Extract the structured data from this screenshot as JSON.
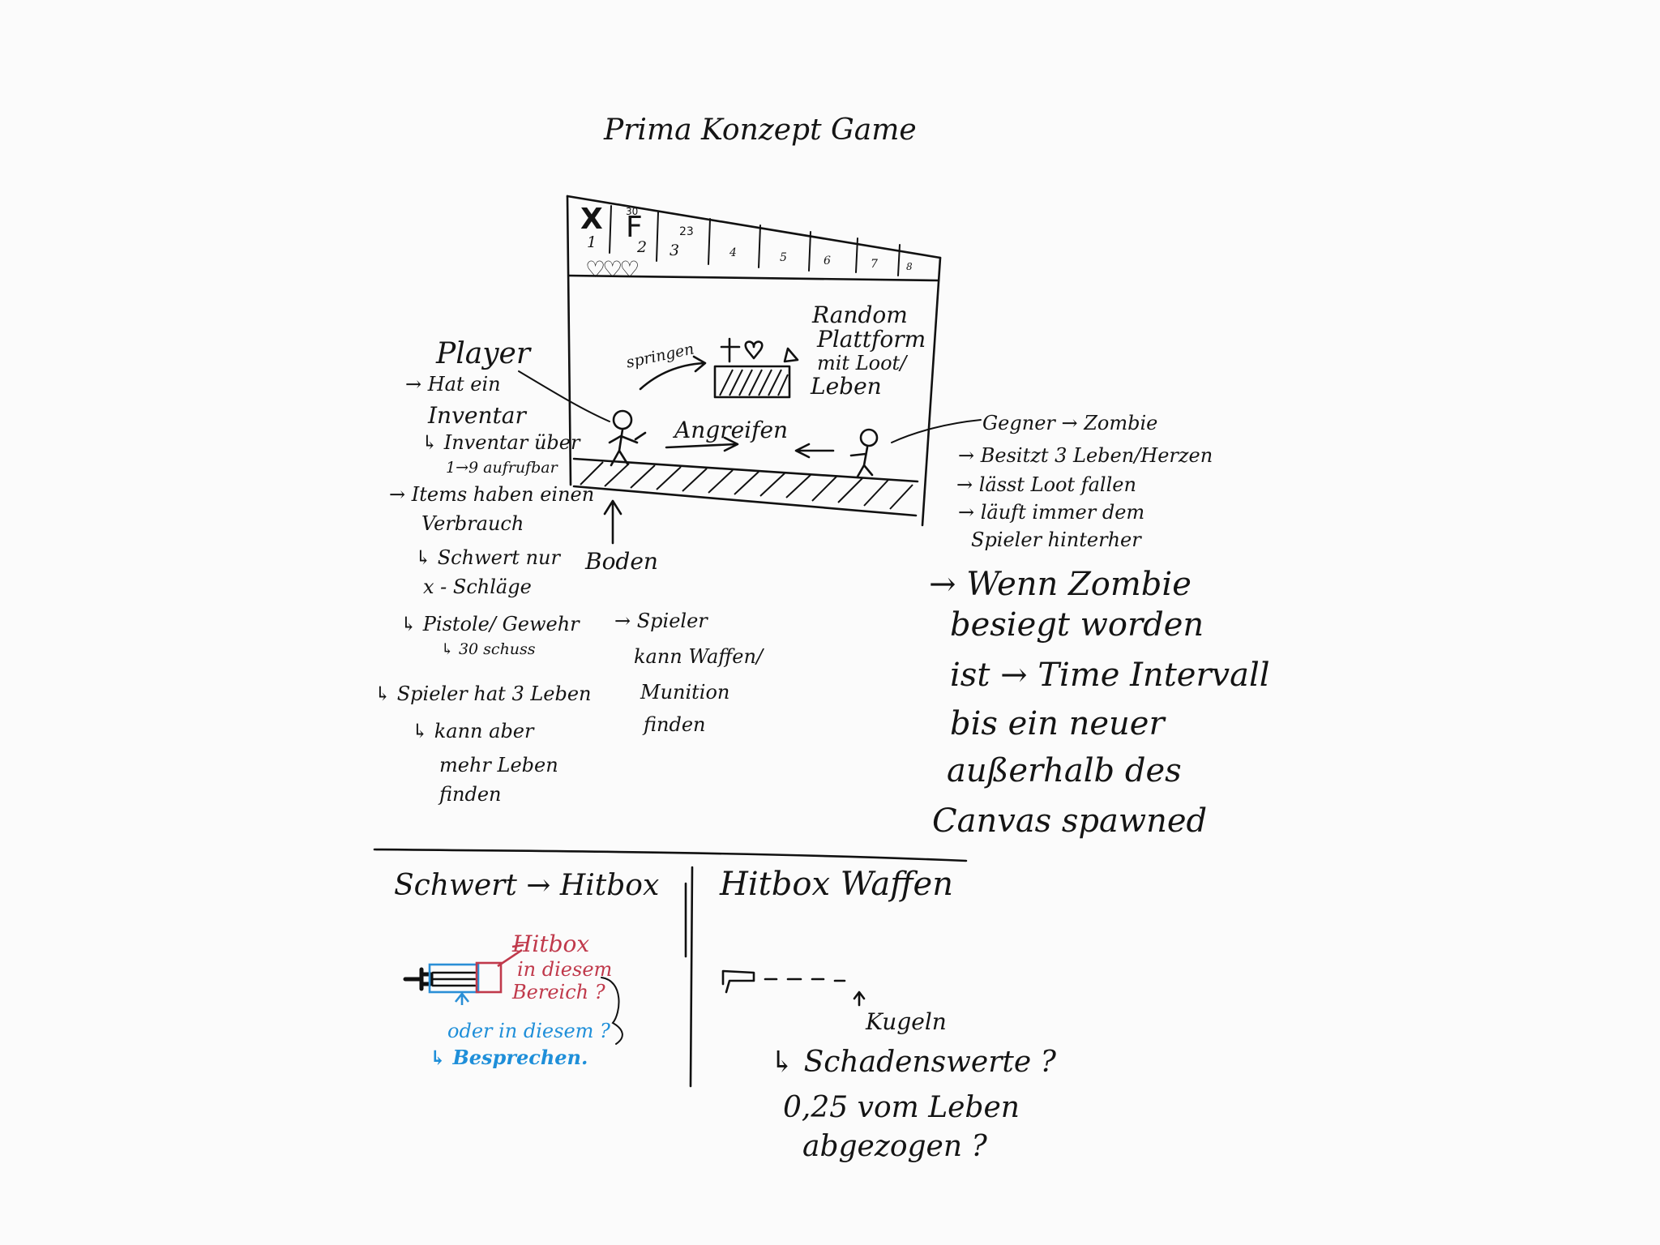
{
  "title": "Prima Konzept Game",
  "hud": {
    "slots": [
      "X",
      "F",
      "23",
      "",
      "",
      "",
      "",
      ""
    ],
    "slot_numbers": [
      "1",
      "2",
      "3",
      "4",
      "5",
      "6",
      "7",
      "8"
    ],
    "slot1_sup": "",
    "slot2_sup": "30",
    "hearts": "♡♡♡"
  },
  "scene": {
    "springen": "springen",
    "angreifen": "Angreifen",
    "platform_label": [
      "Random",
      "Plattform",
      "mit Loot/",
      "Leben"
    ],
    "boden": "Boden"
  },
  "player_notes": {
    "heading": "Player",
    "lines": [
      "→ Hat ein",
      "Inventar",
      "↳ Inventar über",
      "1→9 aufrufbar",
      "→ Items haben einen",
      "Verbrauch",
      "↳ Schwert nur",
      "x - Schläge",
      "↳ Pistole/ Gewehr",
      "↳ 30 schuss",
      "↳ Spieler hat 3 Leben",
      "↳ kann aber",
      "mehr Leben",
      "finden"
    ]
  },
  "weapons_note": [
    "→ Spieler",
    "kann Waffen/",
    "Munition",
    "finden"
  ],
  "enemy_notes": {
    "heading": "Gegner → Zombie",
    "lines": [
      "→ Besitzt 3 Leben/Herzen",
      "→ lässt Loot fallen",
      "→ läuft immer dem",
      "Spieler hinterher"
    ]
  },
  "spawn_note": [
    "→ Wenn Zombie",
    "besiegt worden",
    "ist → Time Intervall",
    "bis ein neuer",
    "außerhalb des",
    "Canvas spawned"
  ],
  "sword_section": {
    "heading": "Schwert → Hitbox",
    "red_note": [
      "Hitbox",
      "in diesem",
      "Bereich ?"
    ],
    "blue_note": [
      "oder in diesem ?",
      "↳ Besprechen."
    ]
  },
  "weapon_section": {
    "heading": "Hitbox Waffen",
    "kugeln": "Kugeln",
    "lines": [
      "↳ Schadenswerte ?",
      "0,25 vom Leben",
      "abgezogen ?"
    ]
  }
}
